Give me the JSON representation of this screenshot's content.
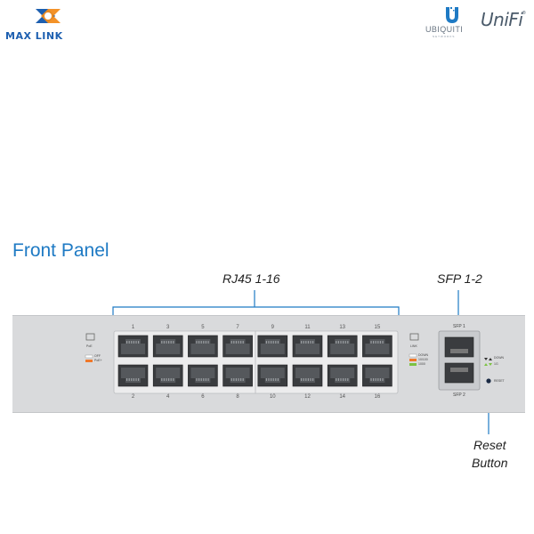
{
  "brand": {
    "maxlink_name": "MAX LINK",
    "ubiquiti_name": "UBIQUITI",
    "ubiquiti_sub": "NETWORKS",
    "unifi_name": "UniFi",
    "unifi_mark": "®",
    "colors": {
      "maxlink_blue": "#1d5fb0",
      "maxlink_orange": "#f28c1e",
      "title_blue": "#1e7ac4",
      "panel_gray": "#d9dadc"
    }
  },
  "title": "Front Panel",
  "callouts": {
    "rj45": "RJ45 1-16",
    "sfp": "SFP 1-2",
    "reset_line1": "Reset",
    "reset_line2": "Button"
  },
  "panel": {
    "top_port_numbers": [
      "1",
      "3",
      "5",
      "7",
      "9",
      "11",
      "13",
      "15"
    ],
    "bottom_port_numbers": [
      "2",
      "4",
      "6",
      "8",
      "10",
      "12",
      "14",
      "16"
    ],
    "poe_label": "PoE",
    "poe_legend": [
      {
        "label": "OFF",
        "color": "#ffffff"
      },
      {
        "label": "PoE+",
        "color": "#f0782a"
      }
    ],
    "link_label": "LINK",
    "link_legend": [
      {
        "label": "DOWN",
        "color": "#ffffff"
      },
      {
        "label": "10/100",
        "color": "#f0782a"
      },
      {
        "label": "1000",
        "color": "#7cc242"
      }
    ],
    "sfp_top_label": "SFP 1",
    "sfp_bottom_label": "SFP 2",
    "sfp_legend_down": "DOWN",
    "sfp_legend_1g": "1G",
    "reset_text": "RESET"
  }
}
